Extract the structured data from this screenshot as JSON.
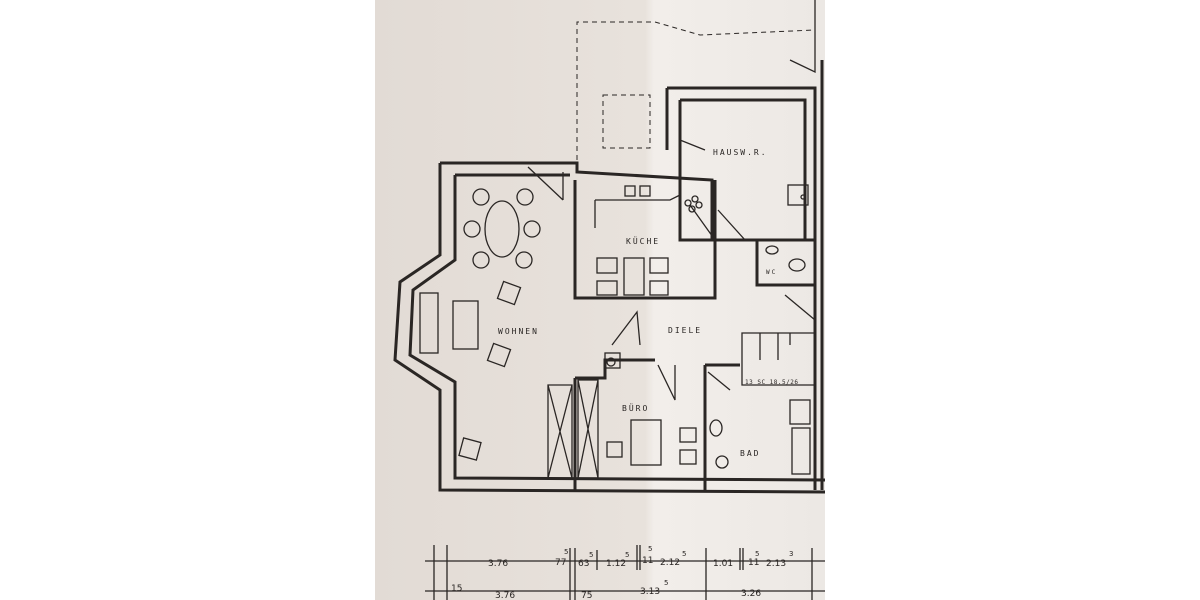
{
  "rooms": {
    "hauswirtschaft": "HAUSW.R.",
    "kueche": "KÜCHE",
    "wohnen": "WOHNEN",
    "diele": "DIELE",
    "buero": "BÜRO",
    "bad": "BAD",
    "wc": "WC",
    "stairs": "13 SC 18.5/26"
  },
  "dimensions_top": [
    {
      "value": "3.76",
      "sup": ""
    },
    {
      "value": "77",
      "sup": "5"
    },
    {
      "value": "63",
      "sup": "5"
    },
    {
      "value": "1.12",
      "sup": "5"
    },
    {
      "value": "11",
      "sup": "5"
    },
    {
      "value": "2.12",
      "sup": "5"
    },
    {
      "value": "1.01",
      "sup": ""
    },
    {
      "value": "11",
      "sup": "5"
    },
    {
      "value": "2.13",
      "sup": "3"
    }
  ],
  "dimensions_bottom": [
    {
      "value": "15",
      "sup": ""
    },
    {
      "value": "3.76",
      "sup": ""
    },
    {
      "value": "75",
      "sup": ""
    },
    {
      "value": "3.13",
      "sup": "5"
    },
    {
      "value": "3.26",
      "sup": ""
    }
  ],
  "colors": {
    "paper_left": "#e6dfd9",
    "paper_right": "#f1ede9",
    "ink": "#2a2624"
  }
}
